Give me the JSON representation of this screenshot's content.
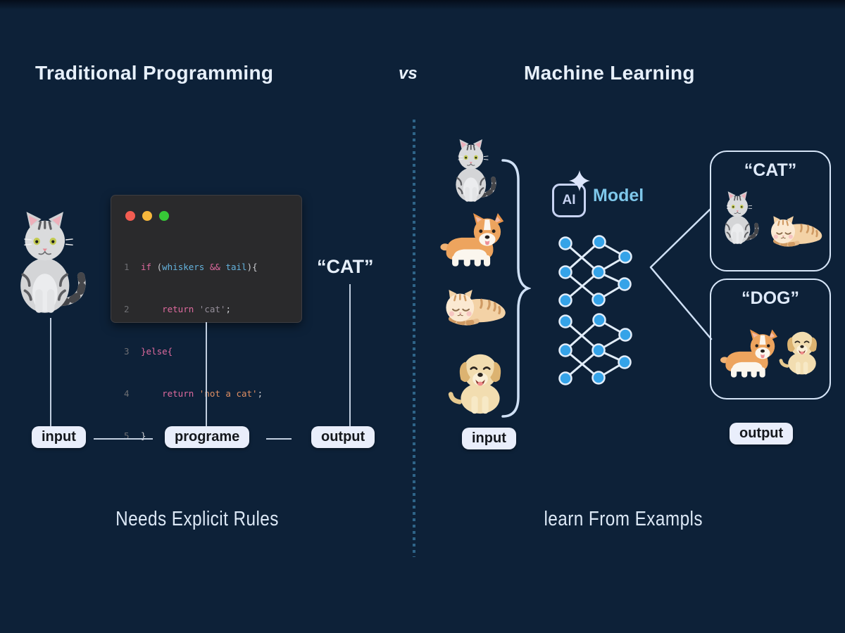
{
  "header": {
    "left_title": "Traditional Programming",
    "vs": "vs",
    "right_title": "Machine Learning"
  },
  "left": {
    "code": {
      "lines": [
        {
          "num": "1",
          "s0": "if",
          "s1": " (",
          "s2": "whiskers",
          "s3": " && ",
          "s4": "tail",
          "s5": "){"
        },
        {
          "num": "2",
          "s0": "    return ",
          "s1": "'cat'",
          "s2": ";"
        },
        {
          "num": "3",
          "s0": "}else{"
        },
        {
          "num": "4",
          "s0": "    return ",
          "s1": "'not a cat'",
          "s2": ";"
        },
        {
          "num": "5",
          "s0": "}"
        }
      ]
    },
    "result_text": "“CAT”",
    "pills": {
      "input": "input",
      "program": "programe",
      "output": "output"
    },
    "caption": "Needs Explicit Rules"
  },
  "right": {
    "ai_badge": "AI",
    "model_label": "Model",
    "pills": {
      "input": "input",
      "output": "output"
    },
    "boxes": {
      "cat_title": "“CAT”",
      "dog_title": "“DOG”"
    },
    "caption": "learn From Exampls"
  },
  "colors": {
    "background": "#0d2138",
    "node_blue": "#35a3e8",
    "stroke_light": "#d6e5f8",
    "model_text": "#7ec7ea",
    "keyword_pink": "#de6a9e",
    "variable_blue": "#64b2dd",
    "string_orange": "#e08f63",
    "pill_bg": "#e9eefb"
  }
}
